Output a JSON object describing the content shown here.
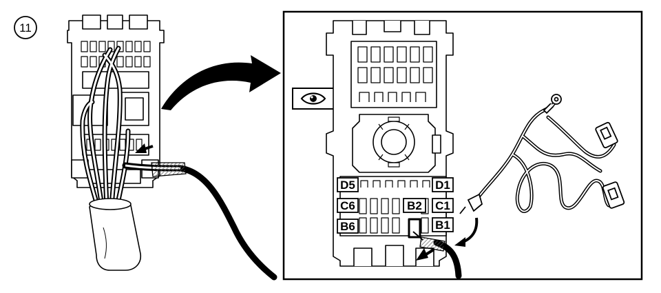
{
  "step_number": "11",
  "connector_labels": {
    "d5": "D5",
    "d1": "D1",
    "c6": "C6",
    "c1": "C1",
    "b2": "B2",
    "b6": "B6",
    "b1": "B1"
  },
  "icons": [
    "step-badge-icon",
    "eye-icon",
    "curved-arrow-icon",
    "insertion-arrow-icon"
  ],
  "colors": {
    "line": "#000000",
    "background": "#ffffff",
    "hatch": "#555555"
  }
}
